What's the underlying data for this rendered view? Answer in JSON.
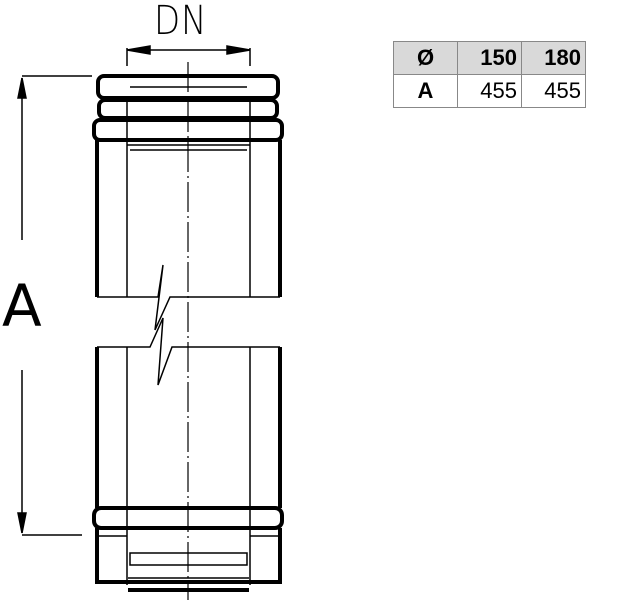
{
  "drawing": {
    "dn_label": "DN",
    "a_label": "A"
  },
  "table": {
    "header": [
      "Ø",
      "150",
      "180"
    ],
    "rows": [
      [
        "A",
        "455",
        "455"
      ]
    ]
  }
}
